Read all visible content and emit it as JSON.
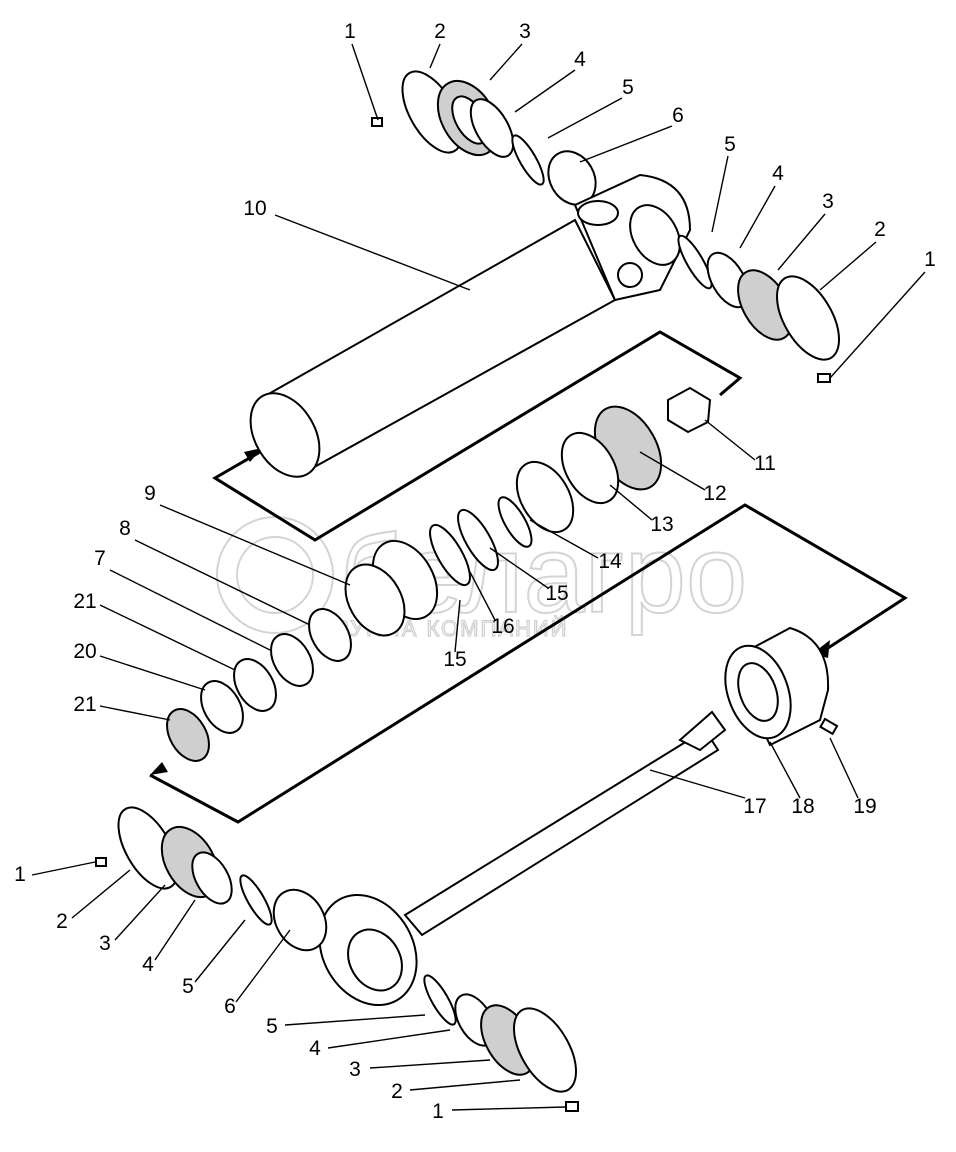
{
  "diagram": {
    "title": "Hydraulic cylinder exploded view",
    "callouts": [
      "1",
      "2",
      "3",
      "4",
      "5",
      "6",
      "10",
      "5",
      "4",
      "3",
      "2",
      "1",
      "11",
      "12",
      "13",
      "14",
      "15",
      "16",
      "15",
      "9",
      "8",
      "7",
      "21",
      "20",
      "21",
      "17",
      "18",
      "19",
      "1",
      "2",
      "3",
      "4",
      "5",
      "6",
      "5",
      "4",
      "3",
      "2",
      "1"
    ],
    "watermark": {
      "logo": "белагро",
      "tagline": "ГРУППА КОМПАНИЙ"
    }
  }
}
